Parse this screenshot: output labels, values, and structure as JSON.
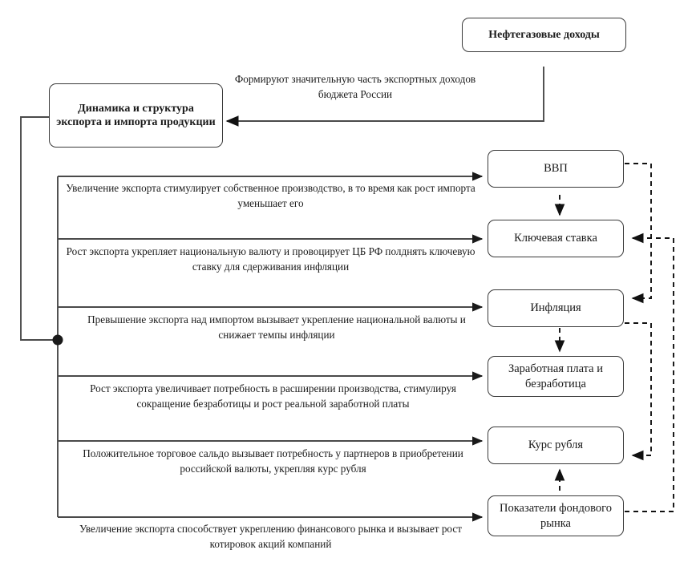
{
  "diagram": {
    "title_node": {
      "label": "Нефтегазовые доходы"
    },
    "source_node": {
      "label": "Динамика и структура экспорта и импорта продукции"
    },
    "top_connector_label": "Формируют значительную часть экспортных доходов бюджета России",
    "indicators": [
      {
        "id": "gdp",
        "label": "ВВП"
      },
      {
        "id": "key-rate",
        "label": "Ключевая ставка"
      },
      {
        "id": "inflation",
        "label": "Инфляция"
      },
      {
        "id": "wages",
        "label": "Заработная плата и безработица"
      },
      {
        "id": "ruble-rate",
        "label": "Курс рубля"
      },
      {
        "id": "stock",
        "label": "Показатели фондового рынка"
      }
    ],
    "relations": [
      {
        "id": "rel-gdp",
        "target": "ВВП",
        "text": "Увеличение экспорта стимулирует собственное производство, в то время как рост импорта уменьшает его"
      },
      {
        "id": "rel-key-rate",
        "target": "Ключевая ставка",
        "text": "Рост экспорта укрепляет национальную валюту и провоцирует ЦБ РФ полднять ключевую ставку для сдерживания инфляции"
      },
      {
        "id": "rel-inflation",
        "target": "Инфляция",
        "text": "Превышение экспорта над импортом вызывает укрепление национальной валюты и снижает темпы инфляции"
      },
      {
        "id": "rel-wages",
        "target": "Заработная плата и безработица",
        "text": "Рост экспорта увеличивает потребность в расширении производства, стимулируя сокращение безработицы и рост реальной заработной платы"
      },
      {
        "id": "rel-ruble",
        "target": "Курс рубля",
        "text": "Положительное торговое сальдо вызывает потребность у партнеров в приобретении российской валюты, укрепляя курс рубля"
      },
      {
        "id": "rel-stock",
        "target": "Показатели фондового рынка",
        "text": "Увеличение экспорта способствует укреплению финансового рынка и вызывает рост котировок акций компаний"
      }
    ],
    "colors": {
      "stroke": "#3a3a3a",
      "line": "#4a4a4a",
      "dashed": "#111111",
      "text": "#1a1a1a",
      "background": "#ffffff"
    }
  }
}
